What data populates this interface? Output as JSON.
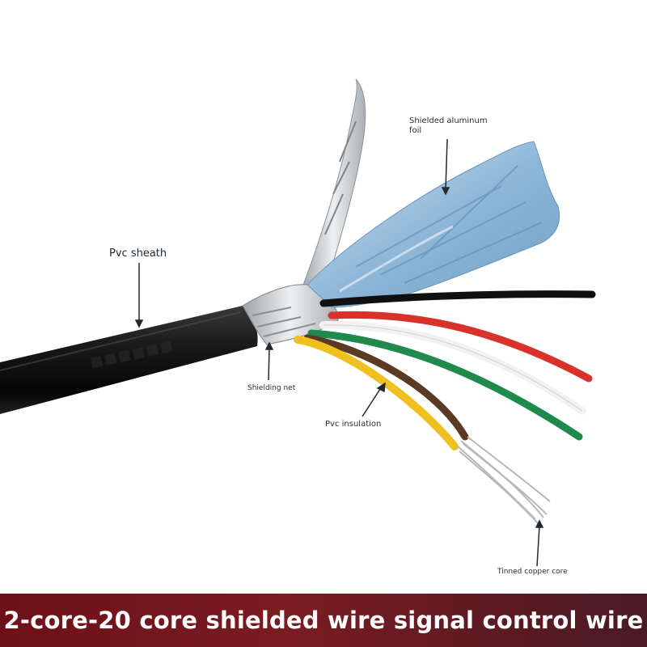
{
  "labels": {
    "pvc_sheath": "Pvc sheath",
    "aluminum_foil": "Shielded aluminum foil",
    "shielding_net": "Shielding net",
    "pvc_insulation": "Pvc insulation",
    "tinned_copper_core": "Tinned copper core"
  },
  "banner": {
    "title": "2-core-20 core shielded wire signal control wire",
    "color": "#6e1018"
  },
  "wire_colors": {
    "sheath": "#111111",
    "black": "#101010",
    "red": "#d8322a",
    "white": "#f2f2f2",
    "green": "#1f8a4c",
    "brown": "#5a3a24",
    "yellow": "#f0c020",
    "foil_blue": "#8fb8d8",
    "foil_silver": "#cfd3d6"
  }
}
